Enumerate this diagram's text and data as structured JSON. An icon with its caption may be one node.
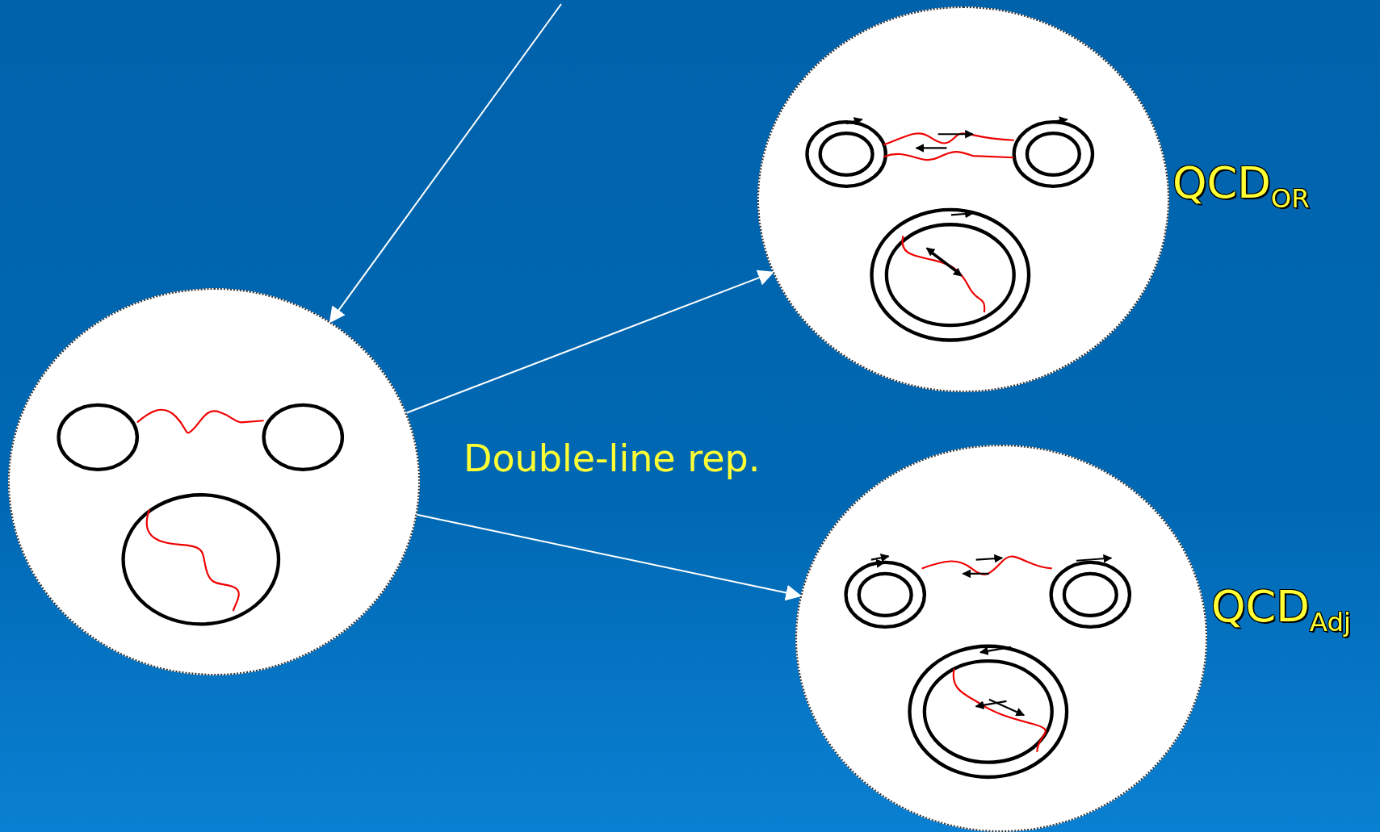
{
  "diagram": {
    "nodes": [
      {
        "text": [],
        "shape": "circle"
      },
      {
        "text": [],
        "shape": "circle",
        "beside": [
          "QCD$_{OR}$"
        ]
      },
      {
        "text": [],
        "shape": "circle",
        "beside": [
          "QCD$_{Adj}$"
        ]
      }
    ],
    "edges": [
      {
        "from": null,
        "to": 0,
        "arrow": "to"
      },
      {
        "from": 0,
        "to": 1,
        "arrow": "to"
      },
      {
        "from": 0,
        "to": 2,
        "arrow": "to"
      }
    ],
    "labels": [
      "Double-line rep."
    ]
  }
}
